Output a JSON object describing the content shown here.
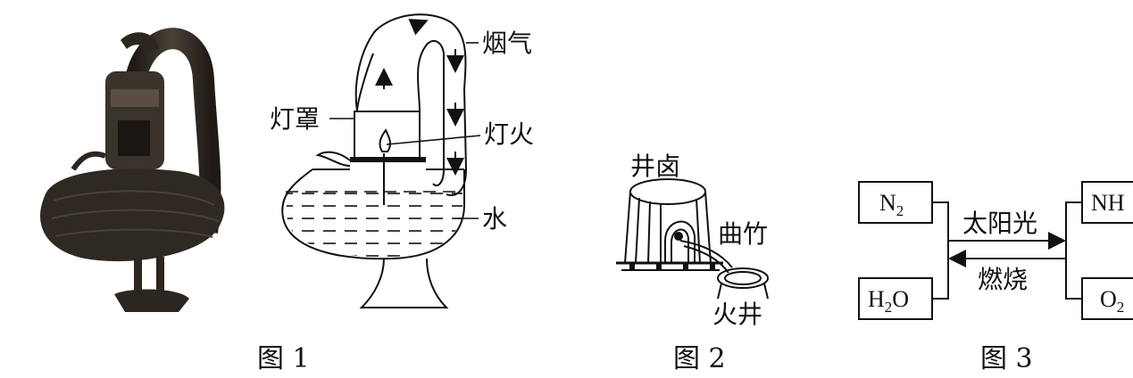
{
  "figure1": {
    "labels": {
      "flue_gas": "烟气",
      "lamp_shade": "灯罩",
      "lamp_flame": "灯火",
      "water": "水"
    },
    "caption": "图 1"
  },
  "figure2": {
    "labels": {
      "brine_well": "井卤",
      "bent_bamboo": "曲竹",
      "fire_well": "火井"
    },
    "caption": "图 2"
  },
  "figure3": {
    "boxes": {
      "n2": "N",
      "n2_sub": "2",
      "h2o_h": "H",
      "h2o_sub": "2",
      "h2o_o": "O",
      "nh3_partial": "NH",
      "o2_o": "O",
      "o2_sub": "2"
    },
    "arrows": {
      "forward": "太阳光",
      "backward": "燃烧"
    },
    "caption": "图 3"
  },
  "colors": {
    "ink": "#111111",
    "bronze_dark": "#2b2620",
    "bronze_mid": "#4a4036"
  }
}
